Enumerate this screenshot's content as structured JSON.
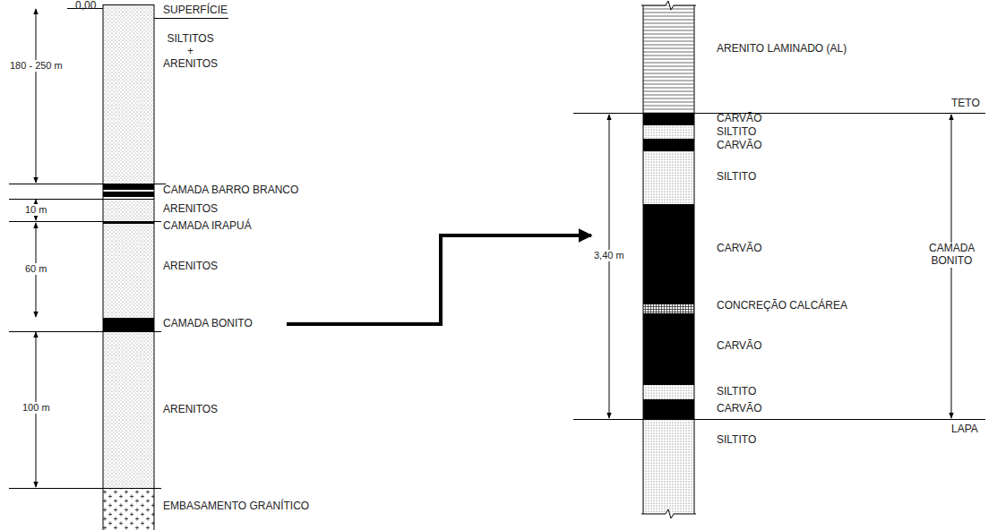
{
  "diagram": {
    "labels": [
      "0,00",
      "SUPERFÍCIE",
      "180 - 250 m",
      "SILTITOS + ARENITOS",
      "CAMADA BARRO BRANCO",
      "10 m",
      "ARENITOS",
      "CAMADA IRAPUÁ",
      "60 m",
      "ARENITOS",
      "CAMADA BONITO",
      "100 m",
      "ARENITOS",
      "EMBASAMENTO GRANÍTICO",
      "ARENITO LAMINADO (AL)",
      "TETO",
      "CARVÃO",
      "SILTITO",
      "CARVÃO",
      "SILTITO",
      "3,40 m",
      "CARVÃO",
      "CAMADA BONITO",
      "CONCREÇÃO CALCÁREA",
      "CARVÃO",
      "SILTITO",
      "CARVÃO",
      "LAPA",
      "SILTITO"
    ]
  }
}
